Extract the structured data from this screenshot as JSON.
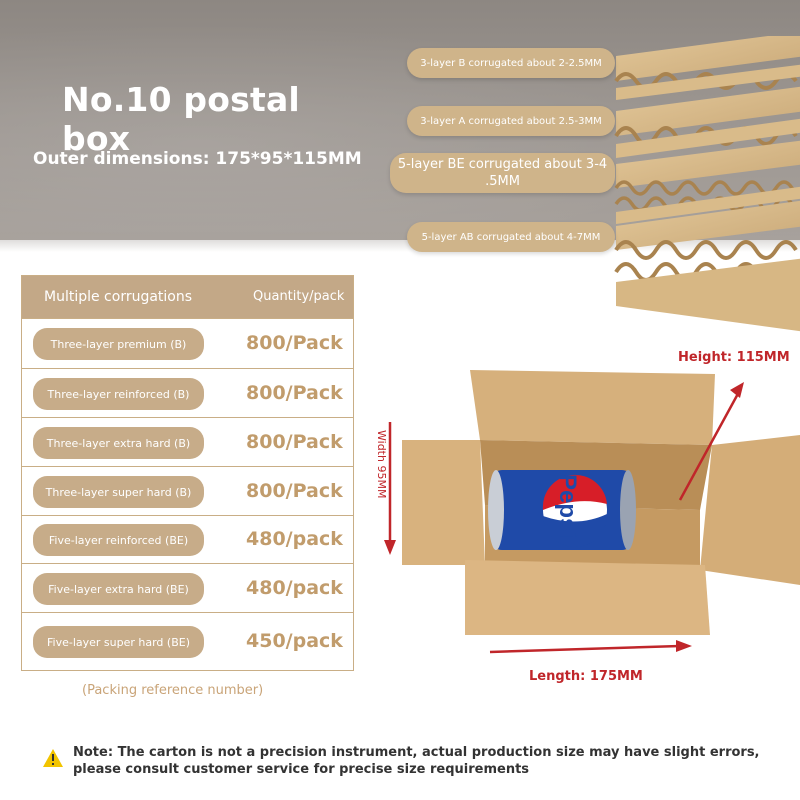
{
  "header": {
    "title": "No.10 postal box",
    "subtitle": "Outer dimensions: 175*95*115MM"
  },
  "layers": [
    "3-layer B corrugated about 2-2.5MM",
    "3-layer A corrugated about 2.5-3MM",
    "5-layer BE corrugated about 3-4 .5MM",
    "5-layer AB corrugated about 4-7MM"
  ],
  "table": {
    "header_name": "Multiple corrugations",
    "header_qty": "Quantity/pack",
    "rows": [
      {
        "name": "Three-layer premium (B)",
        "qty": "800/Pack"
      },
      {
        "name": "Three-layer reinforced (B)",
        "qty": "800/Pack"
      },
      {
        "name": "Three-layer extra hard (B)",
        "qty": "800/Pack"
      },
      {
        "name": "Three-layer super hard (B)",
        "qty": "800/Pack"
      },
      {
        "name": "Five-layer reinforced (BE)",
        "qty": "480/pack"
      },
      {
        "name": "Five-layer extra hard (BE)",
        "qty": "480/pack"
      },
      {
        "name": "Five-layer super hard (BE)",
        "qty": "450/pack"
      }
    ],
    "footnote": "(Packing reference number)"
  },
  "dimensions": {
    "height": "Height: 115MM",
    "length": "Length: 175MM",
    "width": "Width 95MM"
  },
  "can_brand": "Pepsi",
  "note": "Note: The carton is not a precision instrument, actual production size may have slight errors, please consult customer service for precise size requirements",
  "colors": {
    "accent_tan": "#c3a887",
    "quantity_text": "#c19c6c",
    "dimension_red": "#c0262a",
    "warning_yellow": "#f2c400"
  }
}
